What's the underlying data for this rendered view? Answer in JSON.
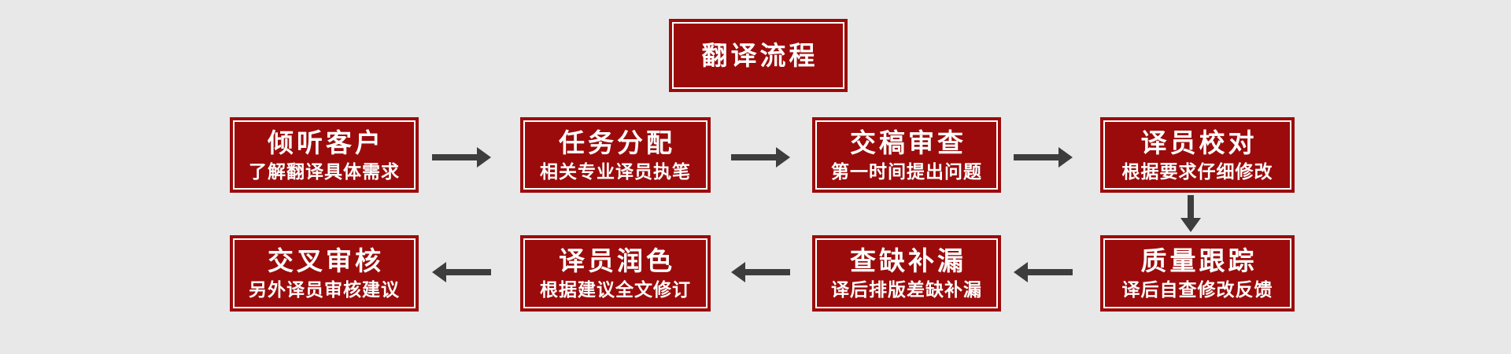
{
  "title": "翻译流程",
  "colors": {
    "bg": "#e8e8e8",
    "box_fill": "#9c0b0b",
    "box_inner_border": "#ffffff",
    "text": "#ffffff",
    "arrow": "#3d3d3d"
  },
  "boxes": [
    {
      "title": "倾听客户",
      "subtitle": "了解翻译具体需求"
    },
    {
      "title": "任务分配",
      "subtitle": "相关专业译员执笔"
    },
    {
      "title": "交稿审查",
      "subtitle": "第一时间提出问题"
    },
    {
      "title": "译员校对",
      "subtitle": "根据要求仔细修改"
    },
    {
      "title": "质量跟踪",
      "subtitle": "译后自查修改反馈"
    },
    {
      "title": "查缺补漏",
      "subtitle": "译后排版差缺补漏"
    },
    {
      "title": "译员润色",
      "subtitle": "根据建议全文修订"
    },
    {
      "title": "交叉审核",
      "subtitle": "另外译员审核建议"
    }
  ],
  "flow_sequence": [
    "倾听客户",
    "任务分配",
    "交稿审查",
    "译员校对",
    "质量跟踪",
    "查缺补漏",
    "译员润色",
    "交叉审核"
  ],
  "arrows": [
    {
      "from": "倾听客户",
      "to": "任务分配",
      "direction": "right"
    },
    {
      "from": "任务分配",
      "to": "交稿审查",
      "direction": "right"
    },
    {
      "from": "交稿审查",
      "to": "译员校对",
      "direction": "right"
    },
    {
      "from": "译员校对",
      "to": "质量跟踪",
      "direction": "down"
    },
    {
      "from": "质量跟踪",
      "to": "查缺补漏",
      "direction": "left"
    },
    {
      "from": "查缺补漏",
      "to": "译员润色",
      "direction": "left"
    },
    {
      "from": "译员润色",
      "to": "交叉审核",
      "direction": "left"
    }
  ]
}
